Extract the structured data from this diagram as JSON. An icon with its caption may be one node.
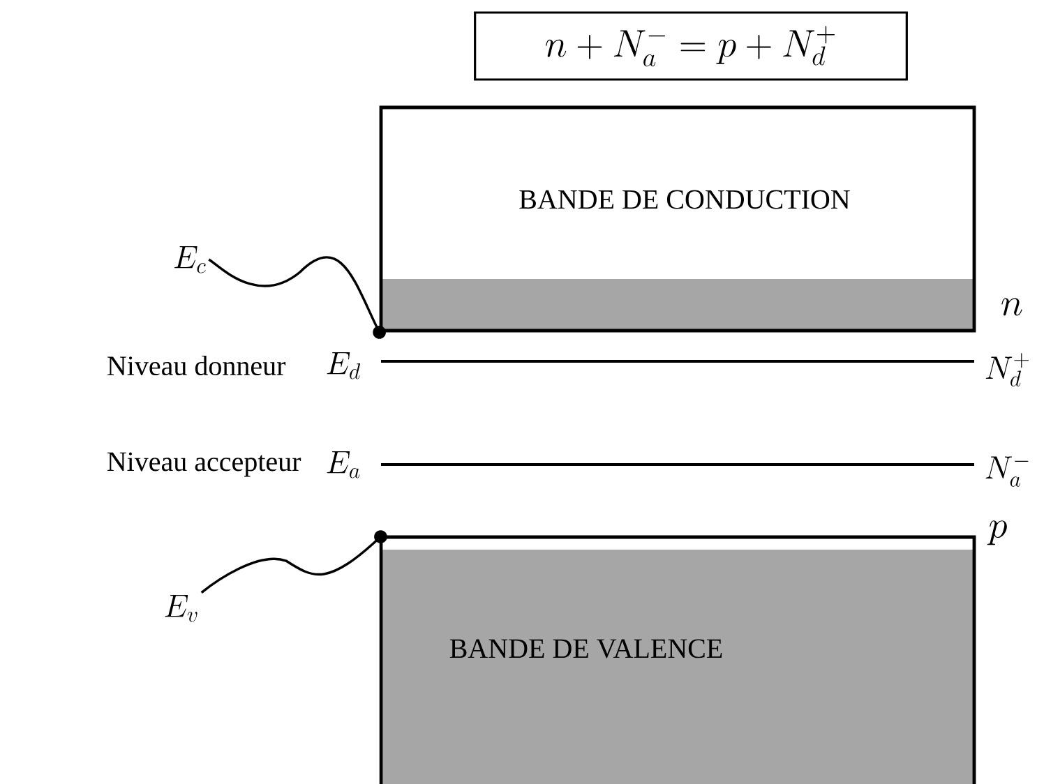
{
  "diagram": {
    "nodes": [
      {
        "text": [
          "n+N_a^- = p+N_d^+"
        ]
      },
      {
        "text": [
          "BANDE DE CONDUCTION"
        ]
      },
      {
        "text": [
          "BANDE DE VALENCE"
        ]
      },
      {
        "text": [
          "E_c"
        ]
      },
      {
        "text": [
          "E_v"
        ]
      }
    ],
    "edges": [
      {
        "from": 3,
        "to": 1,
        "arrow": "other"
      },
      {
        "from": 4,
        "to": 2,
        "arrow": "other"
      }
    ],
    "labels": [
      "n",
      "Niveau donneur",
      "E_d",
      "N_d^+",
      "Niveau accepteur",
      "E_a",
      "N_a^-",
      "p"
    ]
  }
}
